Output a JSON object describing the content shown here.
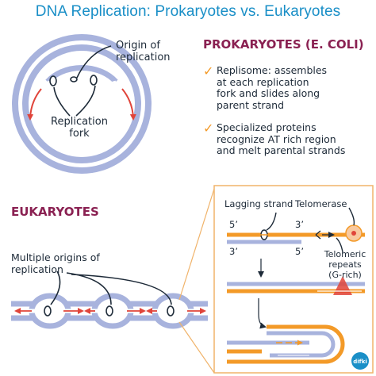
{
  "title": "DNA Replication: Prokaryotes vs. Eukaryotes",
  "prokaryotes": {
    "heading": "PROKARYOTES (E. COLI)",
    "points": [
      {
        "line1": "Replisome: assembles",
        "line2": "at each replication",
        "line3": "fork and slides along",
        "line4": "parent strand"
      },
      {
        "line1": "Specialized proteins",
        "line2": "recognize AT rich region",
        "line3": "and melt parental strands"
      }
    ],
    "diagram": {
      "origin_label_1": "Origin of",
      "origin_label_2": "replication",
      "fork_label_1": "Replication",
      "fork_label_2": "fork"
    }
  },
  "eukaryotes": {
    "heading": "EUKARYOTES",
    "origins_label_1": "Multiple origins of",
    "origins_label_2": "replication"
  },
  "telomere_panel": {
    "lagging_strand": "Lagging strand",
    "telomerase": "Telomerase",
    "prime5_top": "5’",
    "prime3_top": "3’",
    "prime3_bottom": "3’",
    "prime5_bottom": "5’",
    "telomeric_1": "Telomeric",
    "telomeric_2": "repeats",
    "telomeric_3": "(G-rich)"
  },
  "logo": {
    "text": "difki"
  },
  "colors": {
    "title": "#1a8fc7",
    "heading": "#8a2152",
    "check": "#f39a28",
    "strand_blue": "#a8b3dd",
    "strand_orange": "#f39a28",
    "arrow_red": "#e0443a",
    "panel_border": "#f0b36a",
    "telomerase_fill": "#f8c9a0"
  }
}
